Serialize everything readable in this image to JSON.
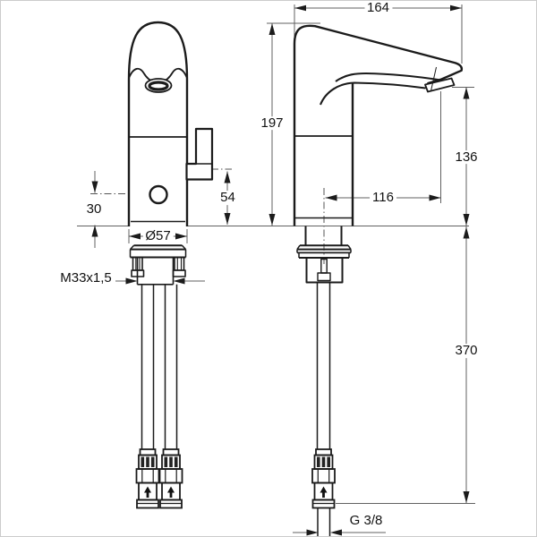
{
  "drawing": {
    "colors": {
      "object_line": "#1b1b1b",
      "dimension_line": "#616161",
      "arrow": "#1b1b1b",
      "background": "#ffffff"
    },
    "labels": {
      "spout_projection_top": "164",
      "total_height": "197",
      "outlet_height": "136",
      "outlet_reach": "116",
      "hose_length": "370",
      "lever_height": "54",
      "sensor_offset": "30",
      "base_diameter": "Ø57",
      "fixing_thread": "M33x1,5",
      "connection_thread": "G 3/8"
    }
  }
}
